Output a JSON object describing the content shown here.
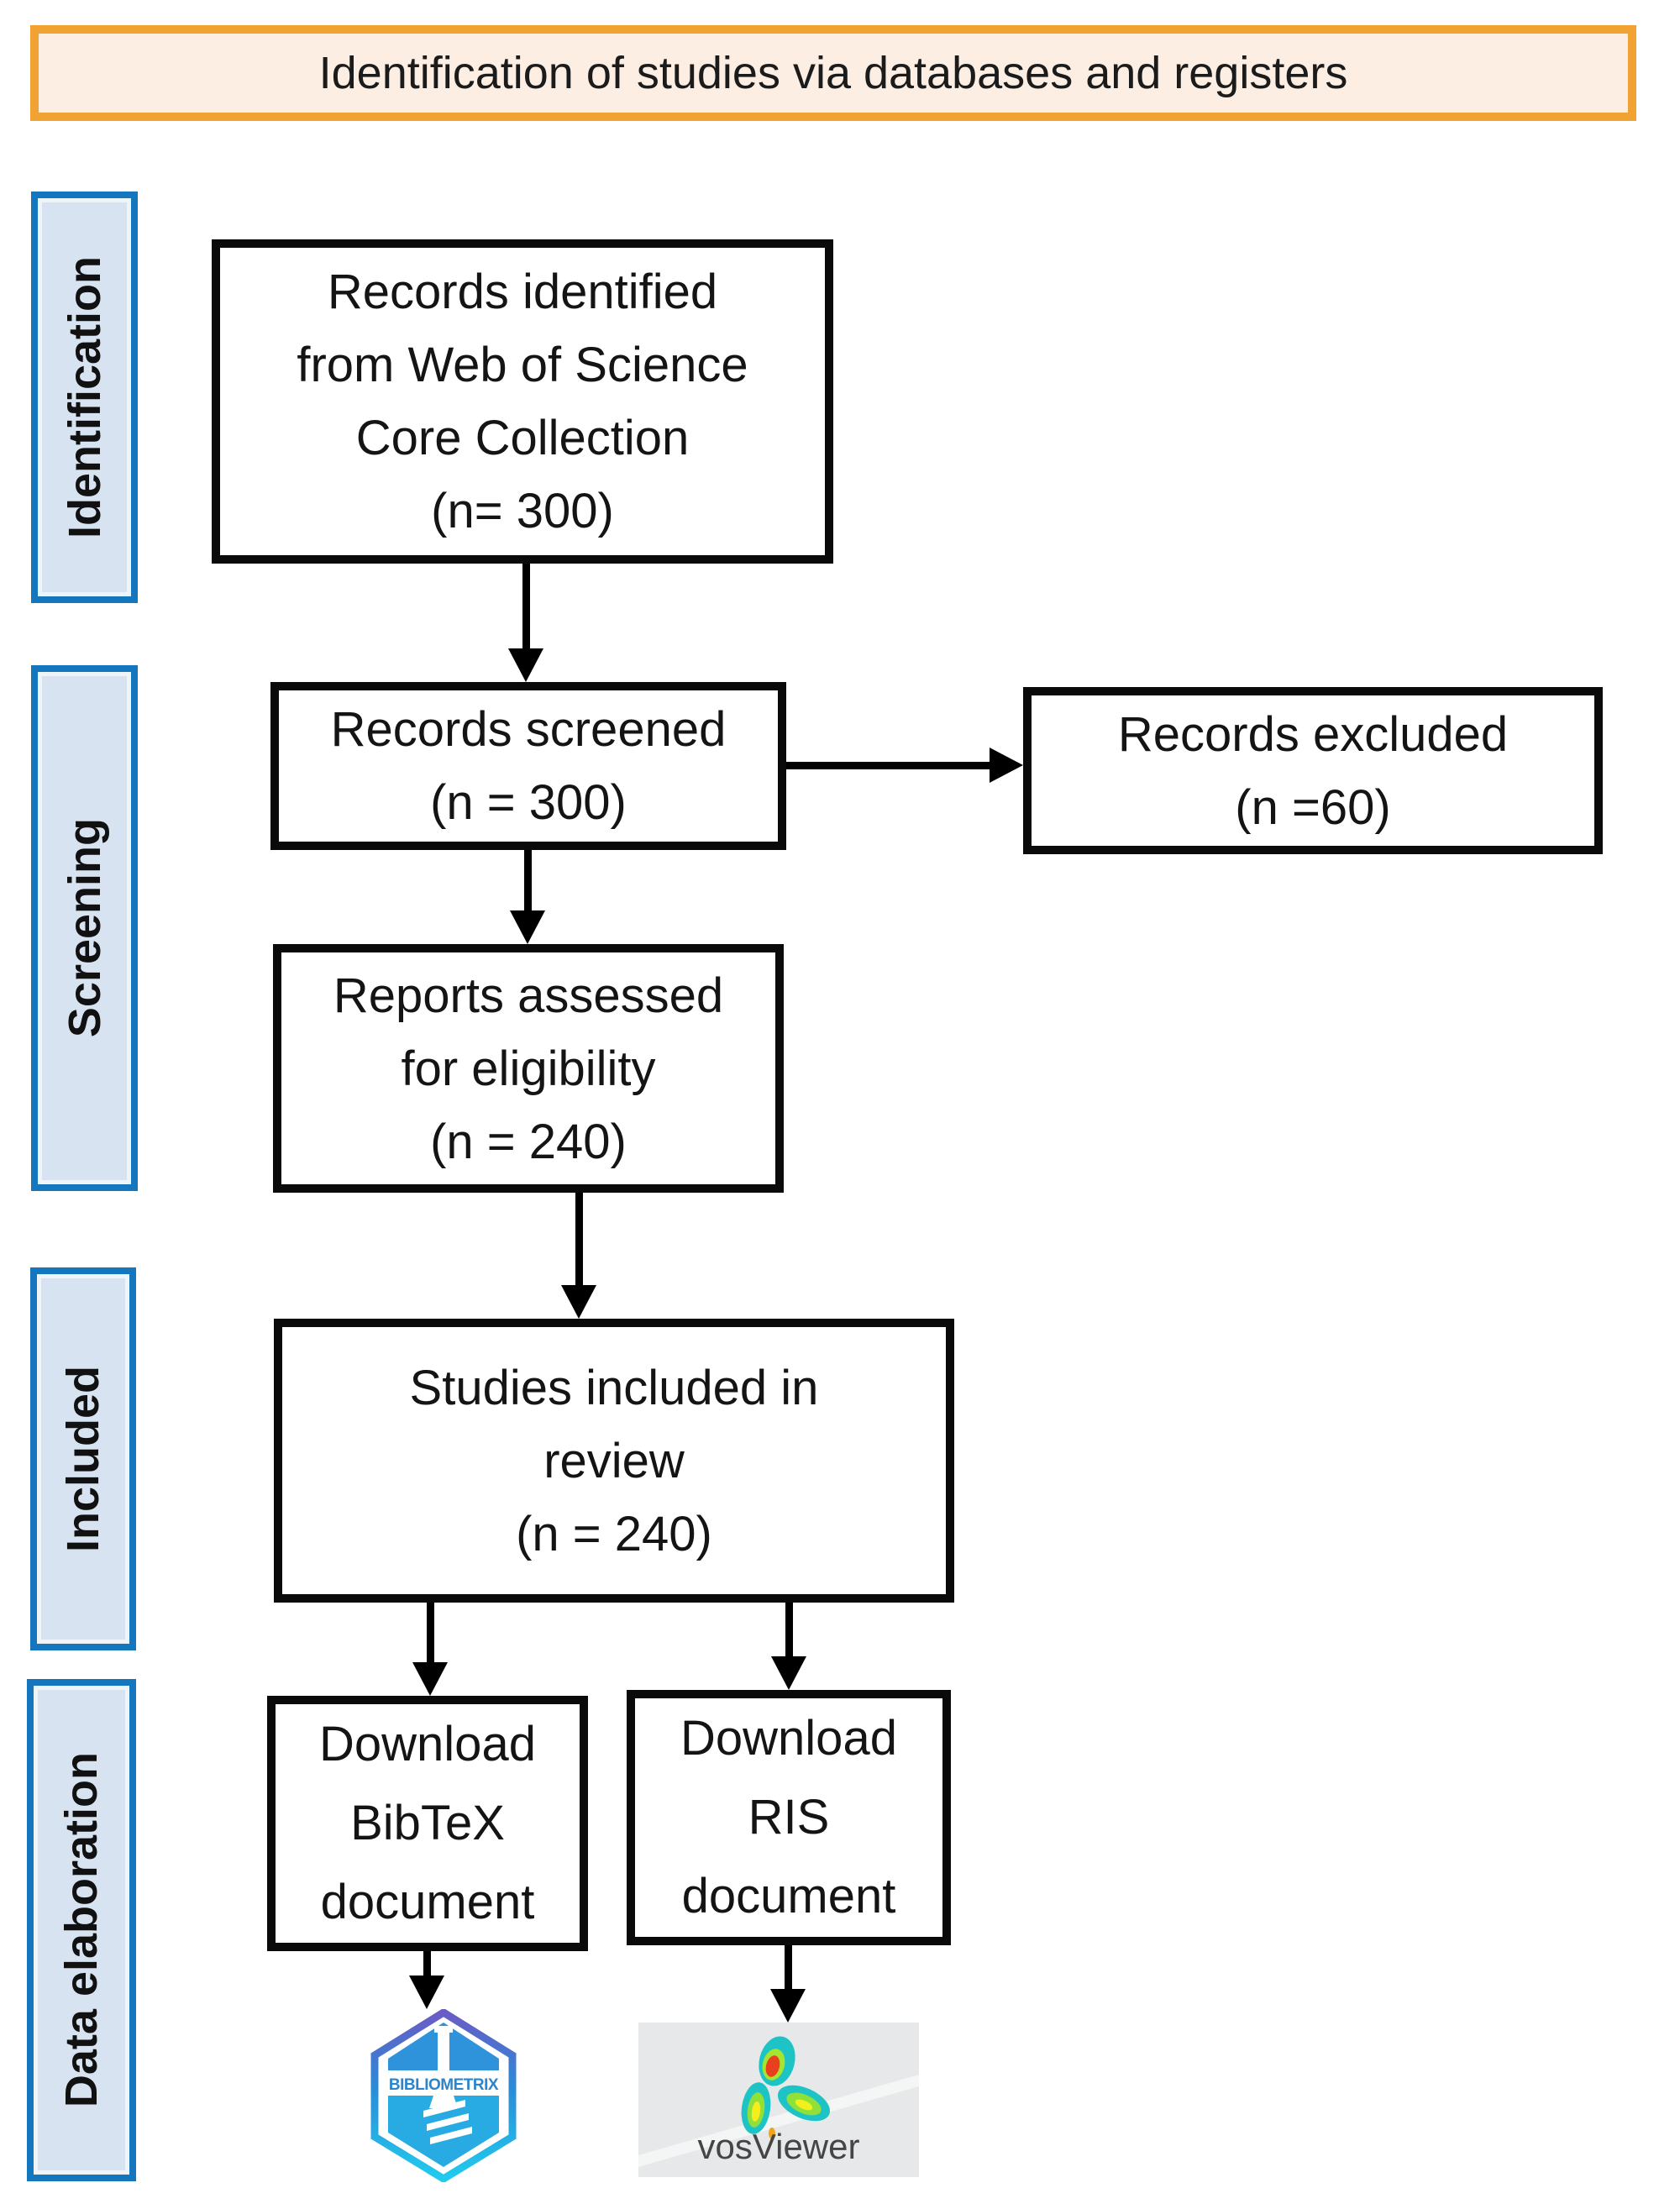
{
  "header": {
    "title": "Identification of studies via databases and registers"
  },
  "stages": [
    {
      "label": "Identification"
    },
    {
      "label": "Screening"
    },
    {
      "label": "Included"
    },
    {
      "label": "Data elaboration"
    }
  ],
  "flow": {
    "records_identified": {
      "lines": [
        "Records identified",
        "from Web of Science",
        "Core Collection",
        "(n= 300)"
      ]
    },
    "records_screened": {
      "lines": [
        "Records screened",
        "(n = 300)"
      ]
    },
    "records_excluded": {
      "lines": [
        "Records excluded",
        "(n =60)"
      ]
    },
    "reports_assessed": {
      "lines": [
        "Reports assessed",
        "for eligibility",
        "(n = 240)"
      ]
    },
    "studies_included": {
      "lines": [
        "Studies included in",
        "review",
        "(n = 240)"
      ]
    },
    "download_bibtex": {
      "lines": [
        "Download",
        "BibTeX",
        "document"
      ]
    },
    "download_ris": {
      "lines": [
        "Download",
        "RIS",
        "document"
      ]
    }
  },
  "logos": {
    "bibliometrix": {
      "label": "BIBLIOMETRIX"
    },
    "vosviewer": {
      "label": "vosViewer"
    }
  },
  "colors": {
    "header_border": "#F0A232",
    "header_bg": "#FCEEE2",
    "stage_border": "#1477BD",
    "stage_bg": "#D7E3F1",
    "box_border": "#0A0A0A",
    "box_bg": "#FFFFFF",
    "arrow": "#000000",
    "bibliometrix_blue": "#28ABE3",
    "bibliometrix_gradient_top": "#6A5BC5",
    "bibliometrix_gradient_bottom": "#22CBEE",
    "vosviewer_bg": "#E7E8E9",
    "vosviewer_text": "#454545"
  }
}
